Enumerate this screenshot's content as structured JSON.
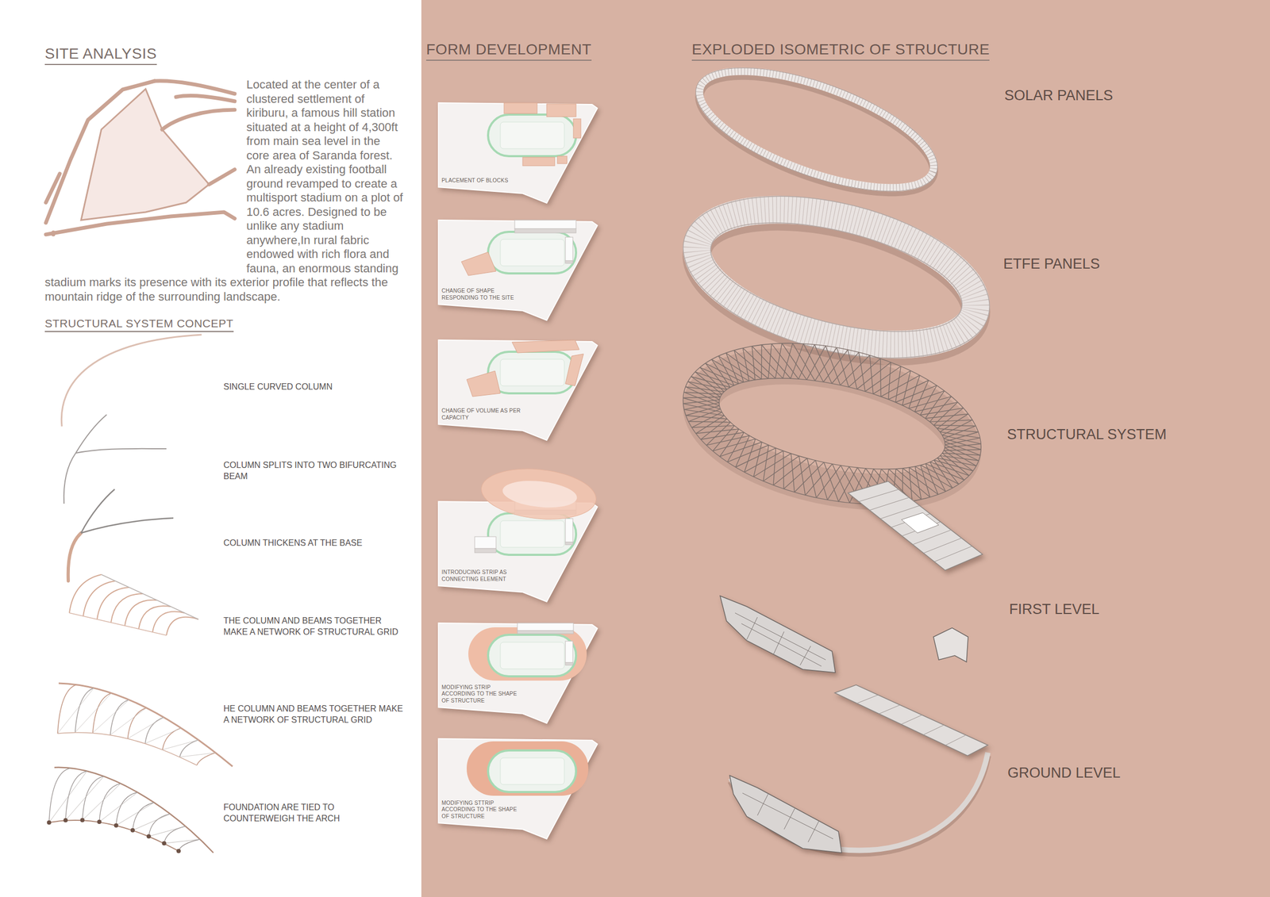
{
  "diagram": {
    "nodes": [
      {
        "text": [
          "PLACEMENT OF BLOCKS"
        ]
      },
      {
        "text": [
          "CHANGE OF SHAPE RESPONDING TO THE SITE"
        ]
      },
      {
        "text": [
          "CHANGE OF VOLUME AS PER CAPACITY"
        ]
      },
      {
        "text": [
          "INTRODUCING STRIP AS CONNECTING ELEMENT"
        ]
      },
      {
        "text": [
          "MODIFYING STRIP ACCORDING TO THE SHAPE OF STRUCTURE"
        ]
      },
      {
        "text": [
          "MODIFYING STTRIP ACCORDING TO THE SHAPE OF STRUCTURE"
        ]
      }
    ],
    "labels": [
      "SITE ANALYSIS",
      "Located at the center of a clustered settlement of kiriburu, a famous hill station situated at a height of 4,300ft from main sea level in the core area of Saranda forest. An already existing football ground revamped to create a multisport stadium on a plot of 10.6 acres. Designed to be unlike any stadium anywhere,In rural fabric endowed with rich flora and fauna, an enormous standing stadium marks its presence with its exterior profile that reflects the mountain ridge of the surrounding landscape.",
      "STRUCTURAL SYSTEM CONCEPT",
      "SINGLE CURVED COLUMN",
      "COLUMN SPLITS INTO TWO BIFURCATING BEAM",
      "COLUMN THICKENS AT THE BASE",
      "THE COLUMN AND BEAMS TOGETHER MAKE A NETWORK OF STRUCTURAL GRID",
      "HE COLUMN AND BEAMS TOGETHER MAKE A NETWORK OF STRUCTURAL GRID",
      "FOUNDATION ARE TIED TO COUNTERWEIGH THE ARCH",
      "FORM DEVELOPMENT",
      "EXPLODED ISOMETRIC OF STRUCTURE",
      "SOLAR PANELS",
      "ETFE PANELS",
      "STRUCTURAL SYSTEM",
      "FIRST LEVEL",
      "GROUND LEVEL"
    ]
  }
}
